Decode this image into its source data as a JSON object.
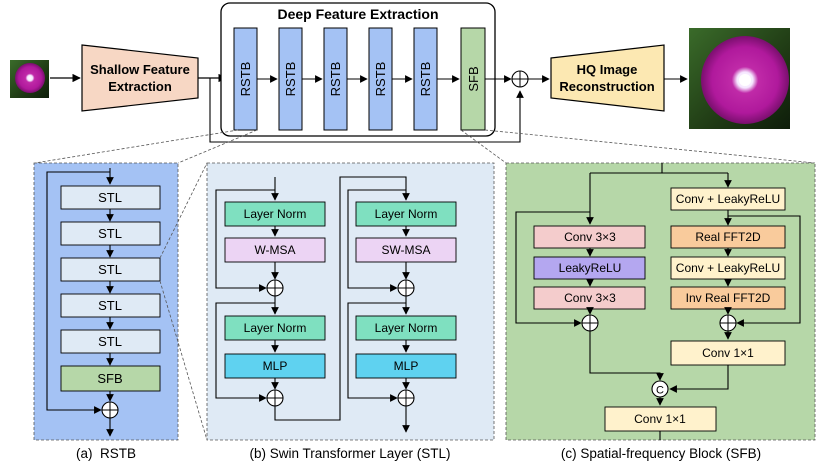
{
  "top": {
    "deep_title": "Deep Feature Extraction",
    "shallow": [
      "Shallow Feature",
      "Extraction"
    ],
    "hq": [
      "HQ Image",
      "Reconstruction"
    ],
    "rstb_label": "RSTB",
    "sfb_label": "SFB"
  },
  "rstb": {
    "stl_label": "STL",
    "sfb_label": "SFB",
    "caption": "(a)  RSTB"
  },
  "stl": {
    "layer_norm": "Layer Norm",
    "wmsa": "W-MSA",
    "swmsa": "SW-MSA",
    "mlp": "MLP",
    "caption": "(b) Swin Transformer Layer (STL)"
  },
  "sfb": {
    "conv33": "Conv 3×3",
    "leaky": "LeakyReLU",
    "conv_leaky": "Conv + LeakyReLU",
    "real_fft": "Real FFT2D",
    "inv_fft": "Inv Real FFT2D",
    "conv11": "Conv 1×1",
    "concat": "C",
    "caption": "(c) Spatial-frequency Block (SFB)"
  },
  "colors": {
    "rstb_block": "#a4c2f4",
    "sfb_block": "#b6d7a8",
    "stl_box": "#dfeaf5",
    "layer_norm": "#7fe0c0",
    "msa": "#ecd4f4",
    "mlp": "#5fd2f0",
    "shallow": "#f7d7c4",
    "hq": "#fce8b2",
    "conv_red": "#f4cccc",
    "leaky_purple": "#b4a7f0",
    "fft_orange": "#f9cb9c",
    "conv_yellow": "#fff2cc"
  }
}
